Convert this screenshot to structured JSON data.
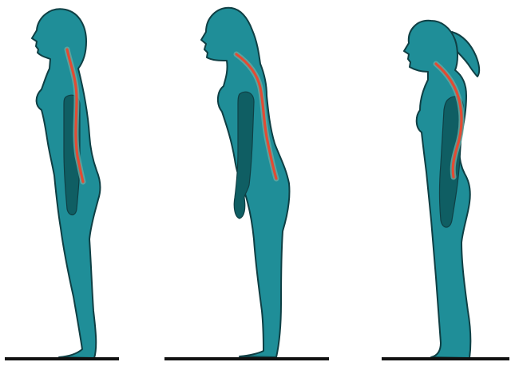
{
  "colors": {
    "figure": "#1f8e98",
    "outline": "#0f3f44",
    "arm": "#0f5e63",
    "spine": "#e24b33",
    "floor": "#111111",
    "background": "#ffffff"
  },
  "figures": [
    {
      "posture": "neutral-posture-figure"
    },
    {
      "posture": "slouched-posture-figure"
    },
    {
      "posture": "swayback-posture-figure"
    }
  ]
}
